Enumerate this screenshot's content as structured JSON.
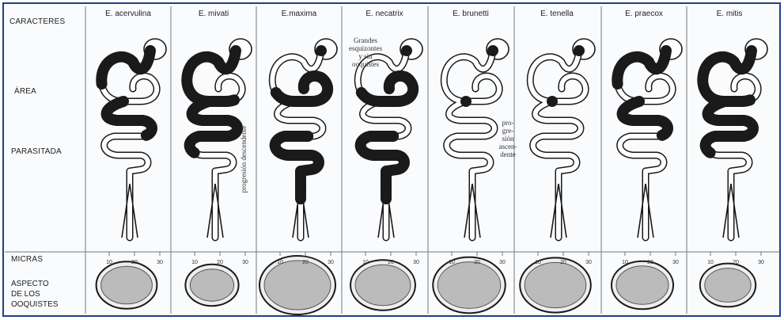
{
  "row_labels": {
    "characters": "CARACTERES",
    "area": "ÁREA",
    "parasitized": "PARASITADA",
    "microns": "MICRAS",
    "oocyst_aspect_lines": [
      "ASPECTO",
      "DE LOS",
      "OOQUISTES"
    ]
  },
  "species": [
    {
      "name": "E. acervulina",
      "parasitized": [
        0.0,
        0.18
      ]
    },
    {
      "name": "E. mivati",
      "parasitized": [
        0.0,
        0.3
      ]
    },
    {
      "name": "E.maxima",
      "parasitized": [
        0.2,
        0.5
      ]
    },
    {
      "name": "E. necatrix",
      "parasitized": [
        0.2,
        0.5
      ]
    },
    {
      "name": "E. brunetti",
      "parasitized": [
        0.74,
        0.95
      ]
    },
    {
      "name": "E. tenella",
      "parasitized": [
        0.82,
        0.92
      ]
    },
    {
      "name": "E. praecox",
      "parasitized": [
        0.0,
        0.18
      ]
    },
    {
      "name": "E. mitis",
      "parasitized": [
        0.0,
        0.3
      ]
    }
  ],
  "notes": {
    "mivati_lines": [
      "progresión descendente"
    ],
    "necatrix_lines": [
      "Grandes",
      "esquizontes",
      "y sin",
      "ooquistes"
    ],
    "brunetti_lines": [
      "pro-",
      "gre-",
      "sión",
      "ascen-",
      "dente"
    ]
  },
  "scale_ticks": [
    "10",
    "20",
    "30"
  ],
  "oocyst_sizes": [
    {
      "species": "E. acervulina",
      "size": 0.7
    },
    {
      "species": "E. mivati",
      "size": 0.55
    },
    {
      "species": "E.maxima",
      "size": 1.0
    },
    {
      "species": "E. necatrix",
      "size": 0.78
    },
    {
      "species": "E. brunetti",
      "size": 0.93
    },
    {
      "species": "E. tenella",
      "size": 0.9
    },
    {
      "species": "E. praecox",
      "size": 0.72
    },
    {
      "species": "E. mitis",
      "size": 0.6
    }
  ],
  "colors": {
    "border": "#1e3f8a",
    "ink": "#1a1a1a",
    "grid": "#777777"
  }
}
